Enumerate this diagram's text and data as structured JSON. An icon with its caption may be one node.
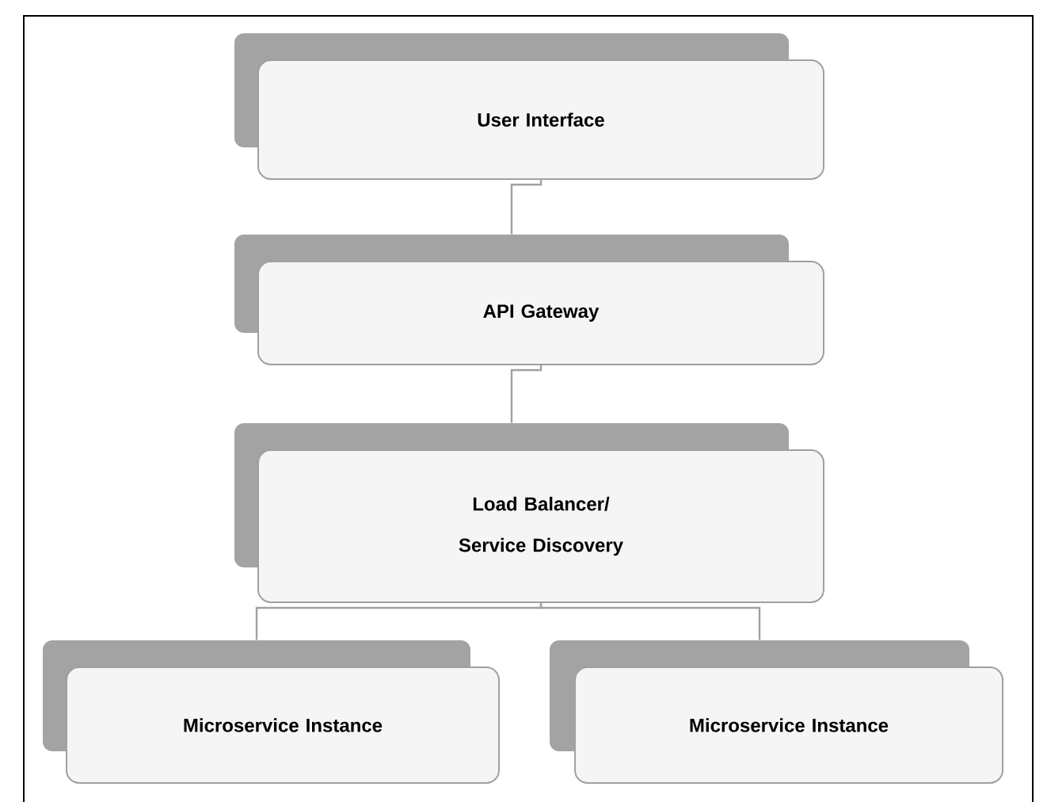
{
  "diagram": {
    "nodes": [
      {
        "text": [
          "User Interface"
        ]
      },
      {
        "text": [
          "API Gateway"
        ]
      },
      {
        "text": [
          "Load Balancer/ Service Discovery"
        ]
      },
      {
        "text": [
          "Microservice Instance"
        ]
      },
      {
        "text": [
          "Microservice Instance"
        ]
      }
    ],
    "edges": [
      {
        "from": 0,
        "to": 1,
        "arrow": "none"
      },
      {
        "from": 1,
        "to": 2,
        "arrow": "none"
      },
      {
        "from": 2,
        "to": 3,
        "arrow": "none"
      },
      {
        "from": 2,
        "to": 4,
        "arrow": "none"
      }
    ]
  }
}
